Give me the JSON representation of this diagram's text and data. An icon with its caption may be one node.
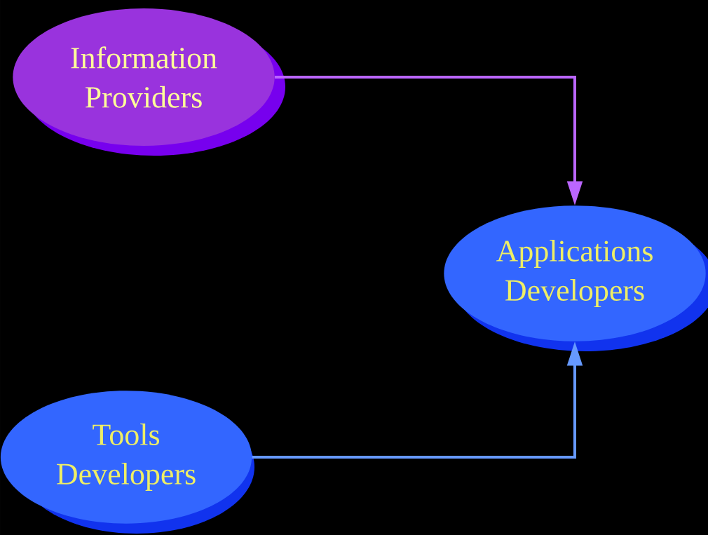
{
  "diagram": {
    "nodes": [
      {
        "text": [
          "Information Providers"
        ]
      },
      {
        "text": [
          "Applications Developers"
        ]
      },
      {
        "text": [
          "Tools Developers"
        ]
      }
    ],
    "edges": [
      {
        "from": 0,
        "to": 1,
        "arrow": "to",
        "color": "#bb66ff"
      },
      {
        "from": 2,
        "to": 1,
        "arrow": "to",
        "color": "#6699ff"
      }
    ]
  }
}
